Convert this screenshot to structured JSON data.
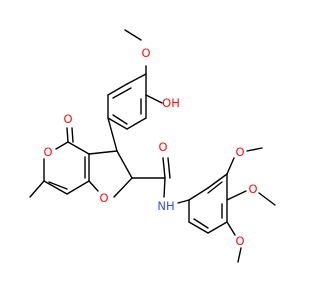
{
  "colors": {
    "background": "#ffffff",
    "bond": "#000000",
    "oxygen": "#ff0d0d",
    "nitrogen": "#3050f8",
    "text_dark": "#000000"
  },
  "atoms": {
    "methoxy_top": {
      "label": "O",
      "element": "oxygen"
    },
    "hydroxyl": {
      "label": "OH",
      "element": "oxygen"
    },
    "pyranone_carbonyl": {
      "label": "O",
      "element": "oxygen"
    },
    "pyran_ring_o": {
      "label": "O",
      "element": "oxygen"
    },
    "furan_o": {
      "label": "O",
      "element": "oxygen"
    },
    "amide_o": {
      "label": "O",
      "element": "oxygen"
    },
    "amide_nh": {
      "label": "NH",
      "element": "nitrogen"
    },
    "methoxy_r1": {
      "label": "O",
      "element": "oxygen"
    },
    "methoxy_r2": {
      "label": "O",
      "element": "oxygen"
    },
    "methoxy_r3": {
      "label": "O",
      "element": "oxygen"
    }
  }
}
